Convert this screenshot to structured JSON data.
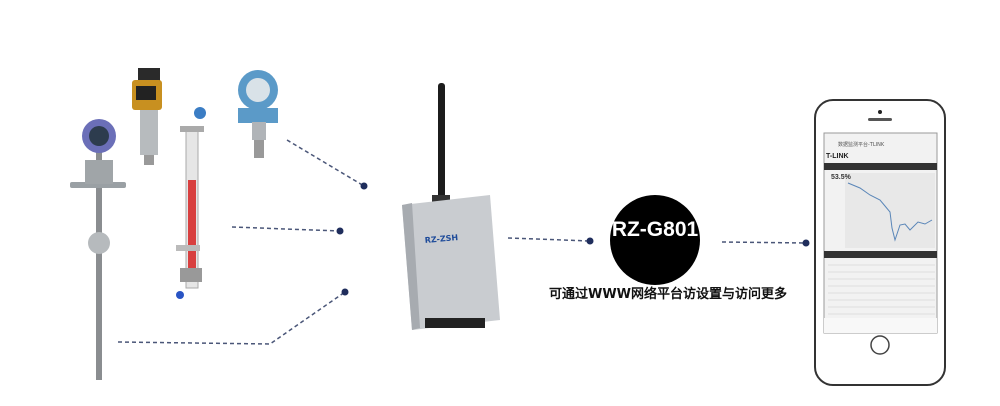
{
  "hub": {
    "model": "RZ-G801",
    "caption": "可通过WWW网络平台访设置与访问更多"
  },
  "phone": {
    "app_title": "数据监测平台-TLINK",
    "logo": "T-LINK",
    "reading": "53.5%"
  },
  "colors": {
    "connector": "#2b3a66",
    "hub_circle": "#000000",
    "gateway": "#c9ccd0"
  }
}
